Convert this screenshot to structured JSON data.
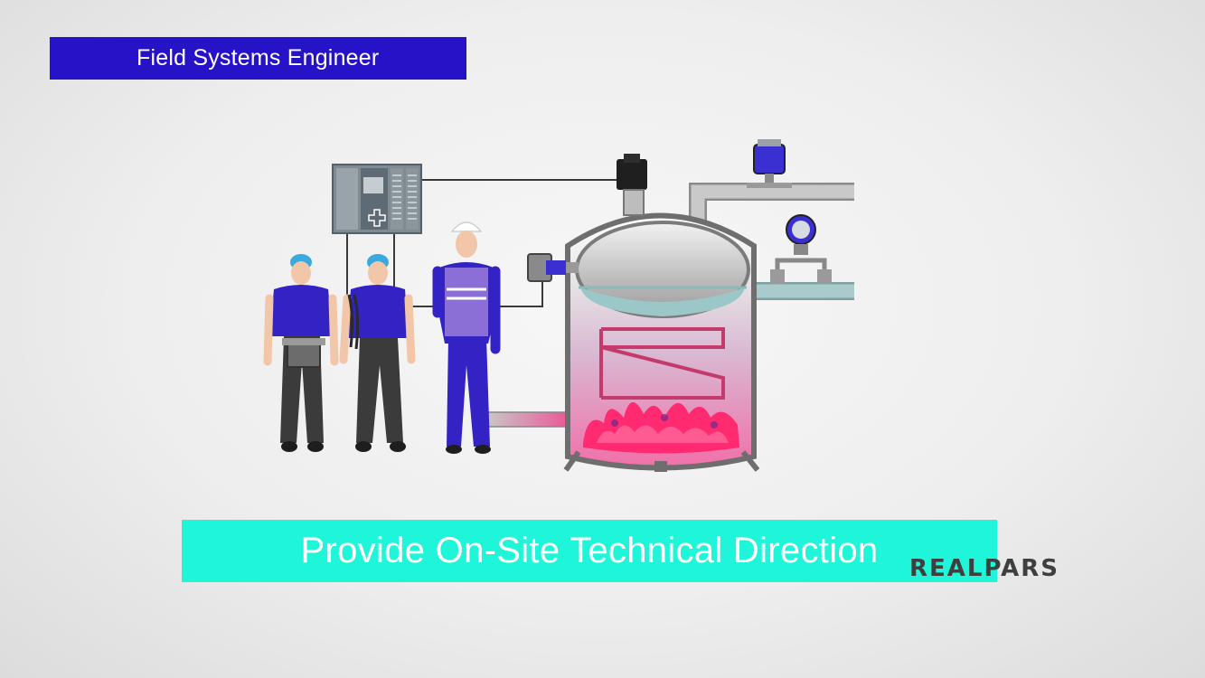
{
  "header": {
    "title": "Field Systems Engineer"
  },
  "caption": {
    "text": "Provide On-Site Technical Direction"
  },
  "brand": {
    "name": "REALPARS"
  },
  "colors": {
    "title_bg": "#2613c8",
    "caption_bg": "#1ff5d8",
    "uniform_blue": "#3323c4",
    "flame_pink": "#ff1f6e",
    "liquid": "#9cc7c8",
    "vessel": "#b9b9b9"
  },
  "illustration": {
    "items": [
      "plc-controller",
      "technician-1",
      "technician-2",
      "engineer-hardhat",
      "boiler-vessel",
      "solenoid-valve",
      "level-transmitter",
      "pressure-transmitter",
      "side-instrument",
      "flames"
    ]
  }
}
